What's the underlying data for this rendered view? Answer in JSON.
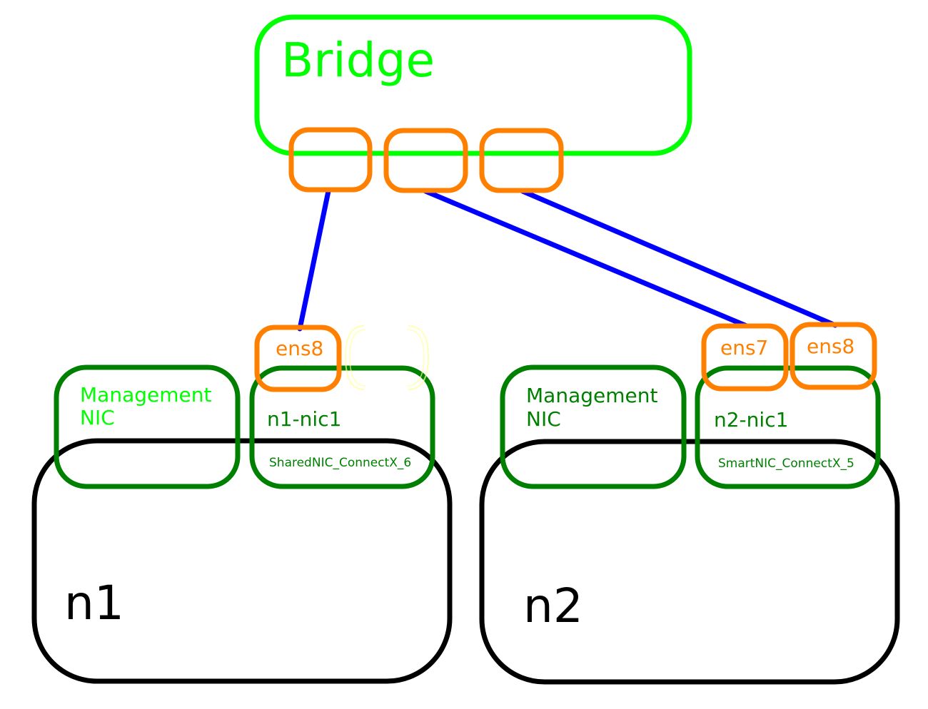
{
  "colors": {
    "bridge": "#00ff00",
    "port": "#ff8000",
    "link": "#0000ff",
    "nic": "#008000",
    "node": "#000000",
    "management_label_n1": "#00ff00",
    "management_label_n2": "#008000",
    "ghost_port": "#ffff99"
  },
  "bridge": {
    "label": "Bridge"
  },
  "nodes": {
    "n1": {
      "label": "n1",
      "management_nic": {
        "line1": "Management",
        "line2": "NIC"
      },
      "nic1": {
        "label": "n1-nic1",
        "model": "SharedNIC_ConnectX_6"
      },
      "port": {
        "label": "ens8"
      }
    },
    "n2": {
      "label": "n2",
      "management_nic": {
        "line1": "Management",
        "line2": "NIC"
      },
      "nic1": {
        "label": "n2-nic1",
        "model": "SmartNIC_ConnectX_5"
      },
      "ports": [
        {
          "label": "ens7"
        },
        {
          "label": "ens8"
        }
      ]
    }
  }
}
